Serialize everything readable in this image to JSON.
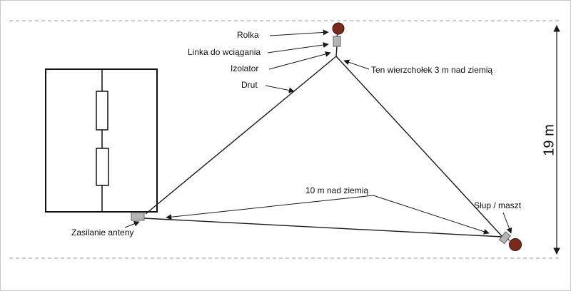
{
  "labels": {
    "rolka": "Rolka",
    "linka_do_wciagania": "Linka do wciągania",
    "izolator": "Izolator",
    "drut": "Drut",
    "wierzcholek": "Ten wierzchołek 3 m nad ziemią",
    "wysokosc_dolu": "10 m nad ziemią",
    "slup_maszt": "Słup / maszt",
    "zasilanie": "Zasilanie anteny",
    "wysokosc_calkowita": "19 m"
  },
  "colors": {
    "pulley": "#7a2a1a",
    "hardware_fill": "#b5b5b5",
    "hardware_stroke": "#5f5f5f",
    "wire": "#1a1a1a",
    "dashed_guide": "#9a9a9a"
  }
}
